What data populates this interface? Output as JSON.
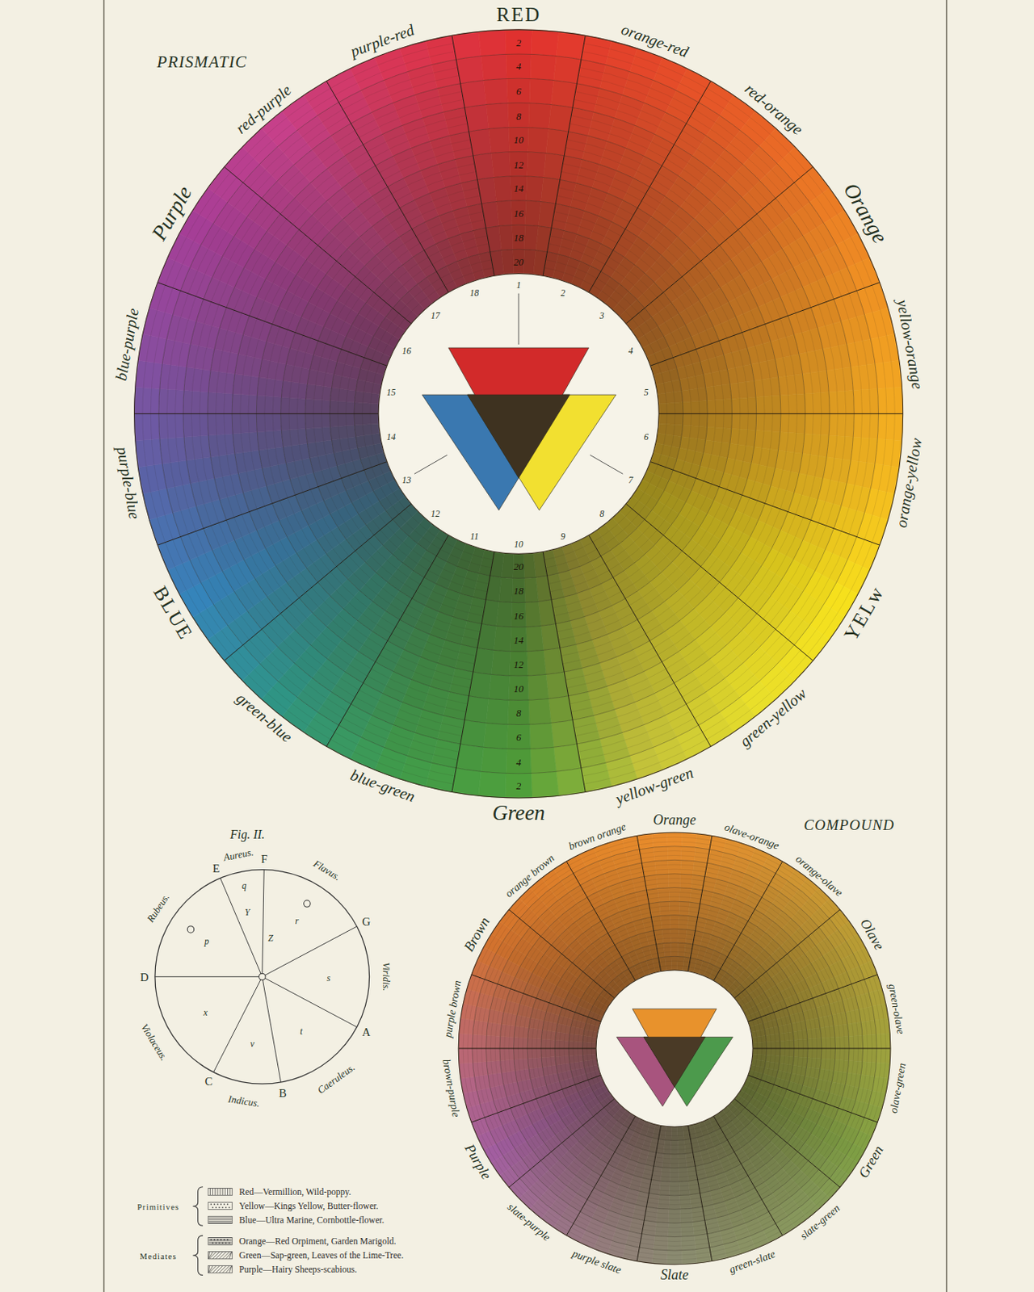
{
  "diagram": {
    "labels": [
      "PRISMATIC",
      "RED",
      "orange-red",
      "red-orange",
      "Orange",
      "yellow-orange",
      "orange-yellow",
      "YELw",
      "green-yellow",
      "yellow-green",
      "Green",
      "blue-green",
      "green-blue",
      "BLUE",
      "purple-blue",
      "blue-purple",
      "Purple",
      "red-purple",
      "purple-red",
      "2",
      "4",
      "6",
      "8",
      "10",
      "12",
      "14",
      "16",
      "18",
      "20",
      "20",
      "18",
      "16",
      "14",
      "12",
      "10",
      "8",
      "6",
      "4",
      "2",
      "1",
      "2",
      "3",
      "4",
      "5",
      "6",
      "7",
      "8",
      "9",
      "10",
      "11",
      "12",
      "13",
      "14",
      "15",
      "16",
      "17",
      "18",
      "COMPOUND",
      "Orange",
      "olave-orange",
      "orange-olave",
      "Olave",
      "green-olave",
      "olave-green",
      "Green",
      "slate-green",
      "green-slate",
      "Slate",
      "purple slate",
      "slate-purple",
      "Purple",
      "brown-purple",
      "purple brown",
      "Brown",
      "orange brown",
      "brown orange",
      "Fig. II.",
      "Rubeus.",
      "E",
      "Aureus.",
      "F",
      "Flavus.",
      "G",
      "Viridis.",
      "D",
      "A",
      "Violaceus.",
      "Caeruleus.",
      "C",
      "Indicus.",
      "B",
      "p",
      "q",
      "r",
      "s",
      "t",
      "v",
      "x",
      "Y",
      "Z",
      "Primitives",
      "Mediates"
    ],
    "legend": [
      {
        "text": "Red—Vermillion, Wild-poppy."
      },
      {
        "text": "Yellow—Kings Yellow, Butter-flower."
      },
      {
        "text": "Blue—Ultra Marine, Cornbottle-flower."
      },
      {
        "text": "Orange—Red Orpiment, Garden Marigold."
      },
      {
        "text": "Green—Sap-green, Leaves of the Lime-Tree."
      },
      {
        "text": "Purple—Hairy Sheeps-scabious."
      }
    ]
  }
}
